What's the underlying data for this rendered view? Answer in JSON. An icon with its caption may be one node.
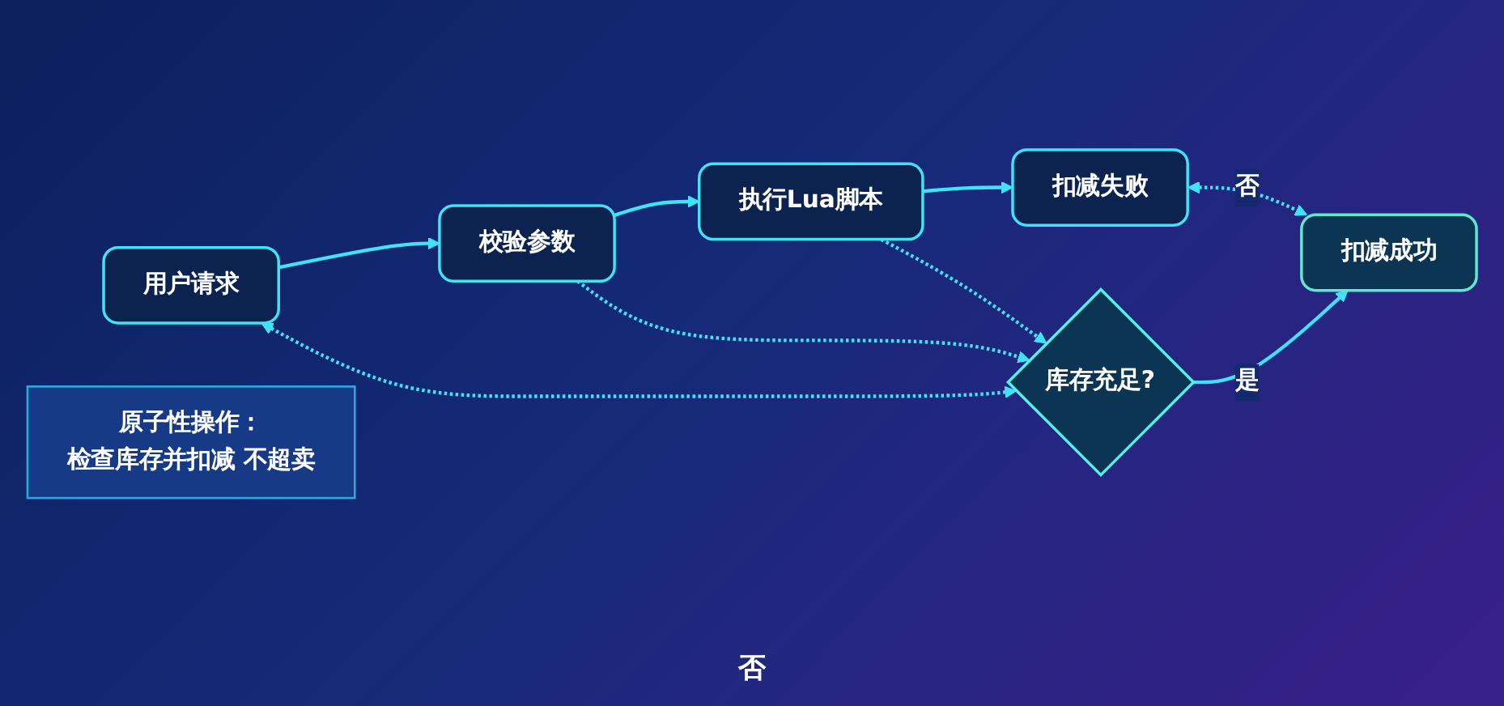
{
  "diagram": {
    "nodes": [
      {
        "text": [
          "用户请求"
        ]
      },
      {
        "text": [
          "校验参数"
        ]
      },
      {
        "text": [
          "执行Lua脚本"
        ]
      },
      {
        "text": [
          "扣减失败"
        ]
      },
      {
        "text": [
          "原子性操作：",
          "检查库存并扣减 不超卖"
        ]
      },
      {
        "text": [
          "库存充足?"
        ]
      },
      {
        "text": [
          "扣减成功"
        ]
      }
    ],
    "edges": [
      {
        "from": 0,
        "to": 1,
        "arrow": "to"
      },
      {
        "from": 1,
        "to": 2,
        "arrow": "to"
      },
      {
        "from": 2,
        "to": 3,
        "arrow": "to"
      },
      {
        "from": 1,
        "to": 5,
        "arrow": "to",
        "style": "dashed"
      },
      {
        "from": 2,
        "to": 5,
        "arrow": "to",
        "style": "dashed"
      },
      {
        "from": 0,
        "to": 5,
        "arrow": "both",
        "style": "dashed"
      },
      {
        "from": 5,
        "to": 6,
        "arrow": "to",
        "label": "是"
      },
      {
        "from": 3,
        "to": 6,
        "arrow": "both",
        "style": "dashed",
        "label": "否"
      }
    ],
    "labels": [
      "否"
    ]
  }
}
